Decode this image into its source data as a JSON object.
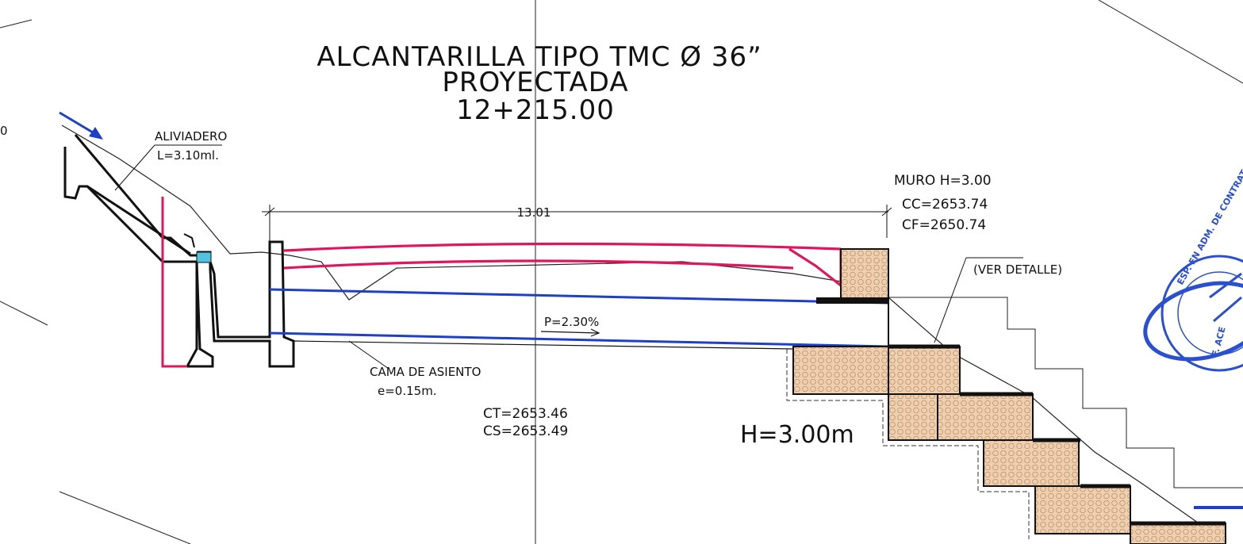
{
  "title": {
    "line1": "ALCANTARILLA TIPO TMC Ø 36”",
    "line2": "PROYECTADA",
    "line3": "12+215.00"
  },
  "labels": {
    "aliviadero": "ALIVIADERO",
    "aliviadero_length": "L=3.10ml.",
    "dimension": "13.01",
    "slope": "P=2.30%",
    "cama": "CAMA DE ASIENTO",
    "cama_thickness": "e=0.15m.",
    "ct": "CT=2653.46",
    "cs": "CS=2653.49",
    "muro": "MURO  H=3.00",
    "cc": "CC=2653.74",
    "cf": "CF=2650.74",
    "ver_detalle": "(VER DETALLE)",
    "height": "H=3.00m",
    "edge_left": "0"
  },
  "stamp": {
    "ring_text": "ESP. EN ADM. DE CONTRATOS",
    "inner_text": "F. ACE"
  },
  "colors": {
    "pipe_outline": "#e0155c",
    "flow_line": "#1e3fc8",
    "gabion_fill": "#efcfae",
    "ink": "#111111",
    "water": "#4fc3e0",
    "stamp": "#2a4fd0"
  },
  "icons": {
    "flow_arrow": "arrow-icon",
    "stamp": "seal-stamp-icon"
  }
}
